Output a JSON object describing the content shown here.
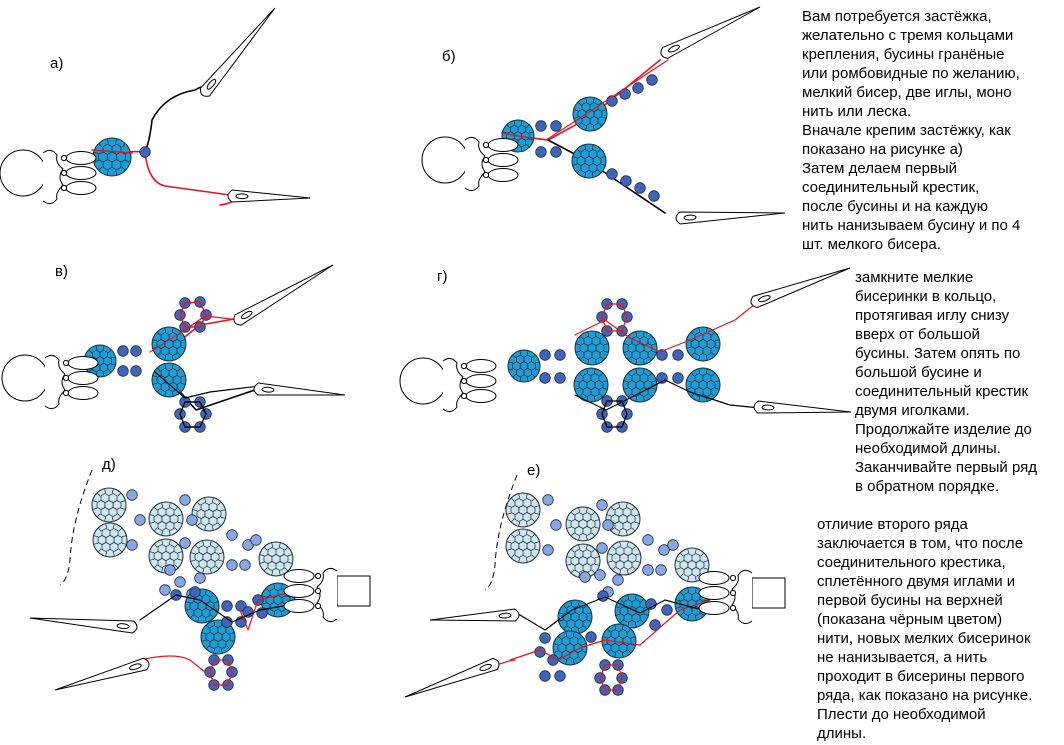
{
  "labels": {
    "a": "а)",
    "b": "б)",
    "v": "в)",
    "g": "г)",
    "d": "д)",
    "e": "е)"
  },
  "texts": {
    "intro": "Вам потребуется застёжка,\nжелательно с тремя кольцами\nкрепления, бусины гранёные\nили ромбовидные по желанию,\nмелкий бисер, две иглы, моно\nнить или леска.\nВначале крепим застёжку, как\nпоказано на рисунке а)\nЗатем делаем первый\nсоединительный крестик,\nпосле бусины и на каждую\nнить нанизываем бусину и по 4\nшт. мелкого бисера.",
    "second": "замкните мелкие\nбисеринки в кольцо,\nпротягивая иглу снизу\nвверх от большой\nбусины. Затем опять по\nбольшой бусине и\nсоединительный крестик\nдвумя иголками.\nПродолжайте изделие до\nнеобходимой длины.\nЗаканчивайте первый ряд\nв обратном порядке.",
    "third": "отличие второго ряда\nзаключается в том, что после\nсоединительного крестика,\nсплетённого двумя иглами и\nпервой бусины на верхней\n(показана чёрным цветом)\nнити, новых мелких бисеринок\nне нанизывается, а нить\nпроходит в бисерины первого\nряда, как показано на рисунке.\nПлести до необходимой\nдлины."
  },
  "colors": {
    "big_bead": "#1a9fd8",
    "big_bead_pale": "#cfe6ef",
    "small_bead": "#3f66b5",
    "small_bead_pale": "#8aa6de",
    "thread_red": "#e8141c",
    "thread_black": "#000000"
  }
}
